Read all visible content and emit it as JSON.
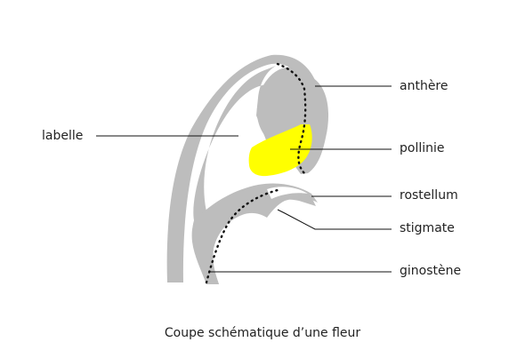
{
  "labels": {
    "labelle": "labelle",
    "anthere": "anthère",
    "pollinie": "pollinie",
    "rostellum": "rostellum",
    "stigmate": "stigmate",
    "ginostene": "ginostène"
  },
  "caption": "Coupe schématique d’une fleur",
  "colors": {
    "tissue": "#bdbdbd",
    "pollinia": "#ffff00",
    "lines": "#111111",
    "background": "#ffffff"
  }
}
